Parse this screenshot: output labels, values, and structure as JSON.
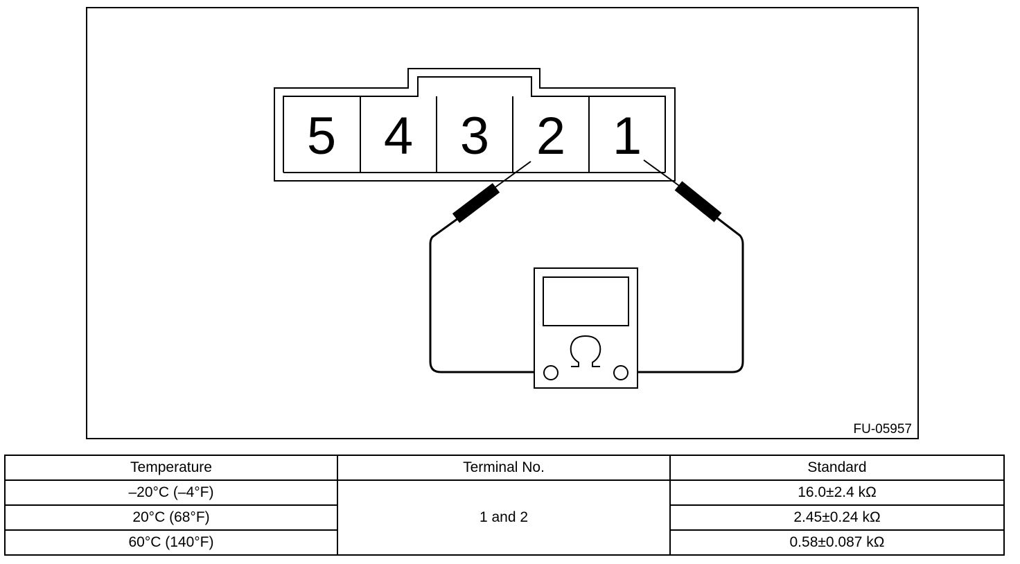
{
  "figure": {
    "code": "FU-05957",
    "connector_pins": [
      "5",
      "4",
      "3",
      "2",
      "1"
    ],
    "meter_symbol": "Ω",
    "meter_icon": "ohmmeter-icon"
  },
  "table": {
    "headers": {
      "temperature": "Temperature",
      "terminal": "Terminal No.",
      "standard": "Standard"
    },
    "terminal_value": "1 and 2",
    "rows": [
      {
        "temperature": "–20°C (–4°F)",
        "standard": "16.0±2.4 kΩ"
      },
      {
        "temperature": "20°C (68°F)",
        "standard": "2.45±0.24 kΩ"
      },
      {
        "temperature": "60°C (140°F)",
        "standard": "0.58±0.087 kΩ"
      }
    ]
  }
}
